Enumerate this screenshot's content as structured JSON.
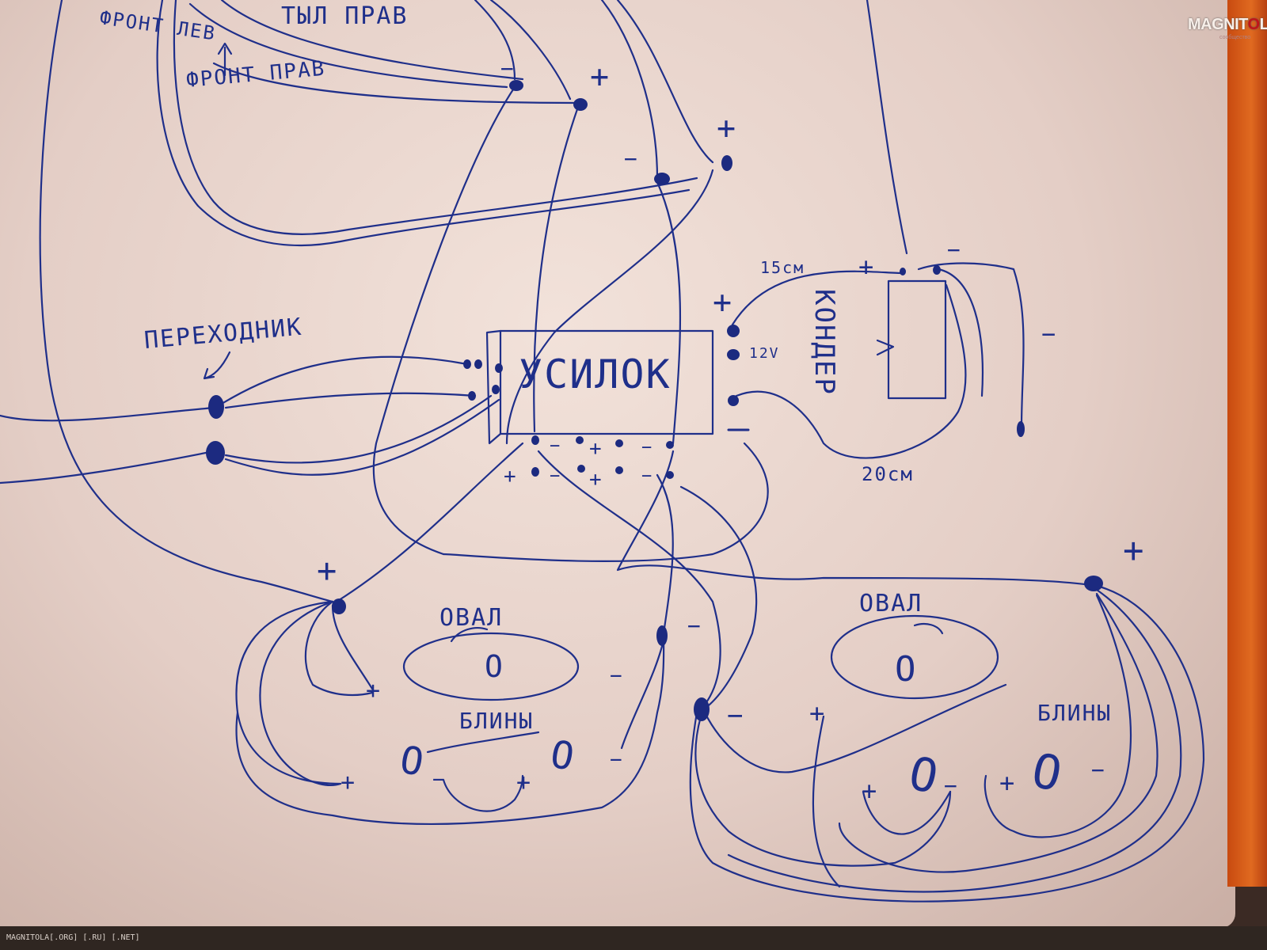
{
  "labels": {
    "front_left": "ФРОНТ ЛЕВ",
    "rear_right": "ТЫЛ ПРАВ",
    "front_right": "ФРОНТ ПРАВ",
    "adapter": "ПЕРЕХОДНИК",
    "amp": "УСИЛОК",
    "capacitor": "КОНДЕР",
    "cm15": "15см",
    "v12": "12V",
    "cm20": "20см",
    "oval_left": "ОВАЛ",
    "oval_right": "ОВАЛ",
    "pancakes_left": "БЛИНЫ",
    "pancakes_right": "БЛИНЫ",
    "zero": "O"
  },
  "signs": {
    "plus": "+",
    "minus": "−"
  },
  "watermark": {
    "brand_start": "MAGNIT",
    "brand_accent": "O",
    "brand_end": "LA",
    "sub": "сообщество"
  },
  "footer": "MAGNITOLA[.ORG] [.RU] [.NET]",
  "colors": {
    "ink": "#1f2f8a",
    "paper": "#ecd8cf"
  }
}
